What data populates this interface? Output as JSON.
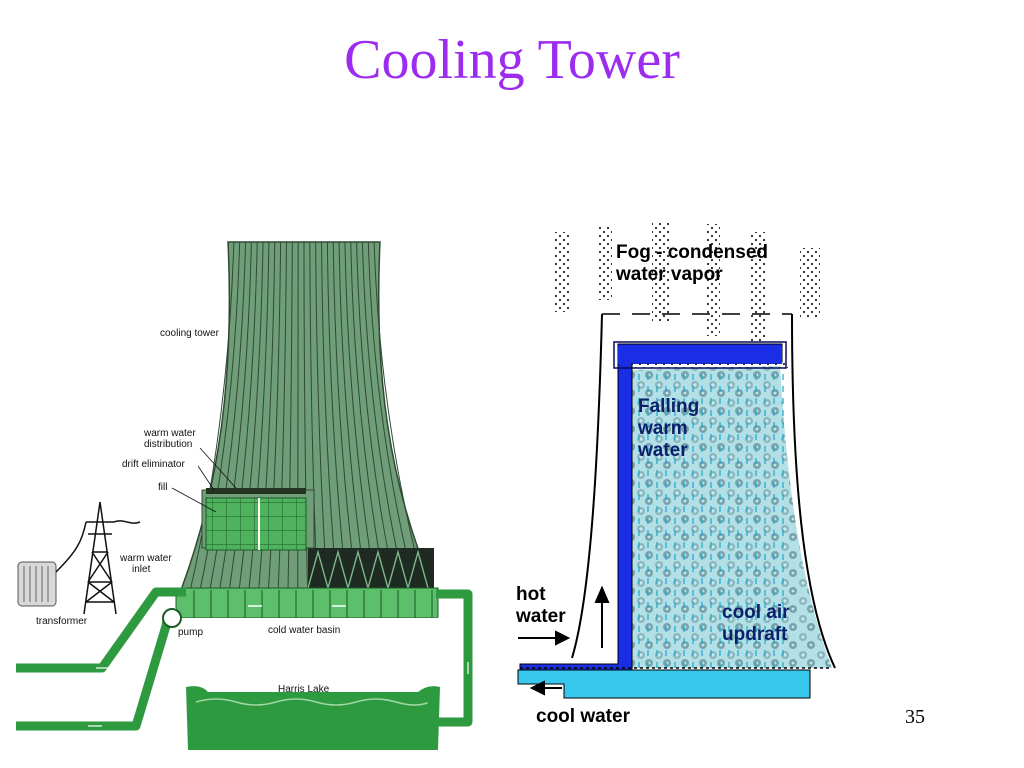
{
  "slide": {
    "title": "Cooling Tower",
    "page_number": "35"
  },
  "left_diagram": {
    "labels": {
      "cooling_tower": "cooling tower",
      "warm_water_distribution_1": "warm water",
      "warm_water_distribution_2": "distribution",
      "drift_eliminator": "drift eliminator",
      "fill": "fill",
      "warm_water_inlet_1": "warm water",
      "warm_water_inlet_2": "inlet",
      "transformer": "transformer",
      "pump": "pump",
      "cold_water_basin": "cold water basin",
      "harris_lake": "Harris Lake"
    },
    "colors": {
      "tower": "#6f9e78",
      "water": "#5cbf6a",
      "pipe": "#2e9a3f"
    }
  },
  "right_diagram": {
    "labels": {
      "fog_1": "Fog - condensed",
      "fog_2": "water vapor",
      "falling_1": "Falling",
      "falling_2": "warm",
      "falling_3": "water",
      "hot_1": "hot",
      "hot_2": "water",
      "cool_air_1": "cool air",
      "cool_air_2": "updraft",
      "cool_water": "cool water"
    },
    "colors": {
      "hot_pipe": "#1a2ee6",
      "cool_pipe": "#38c8ee",
      "fill": "#6fd6e6"
    }
  }
}
